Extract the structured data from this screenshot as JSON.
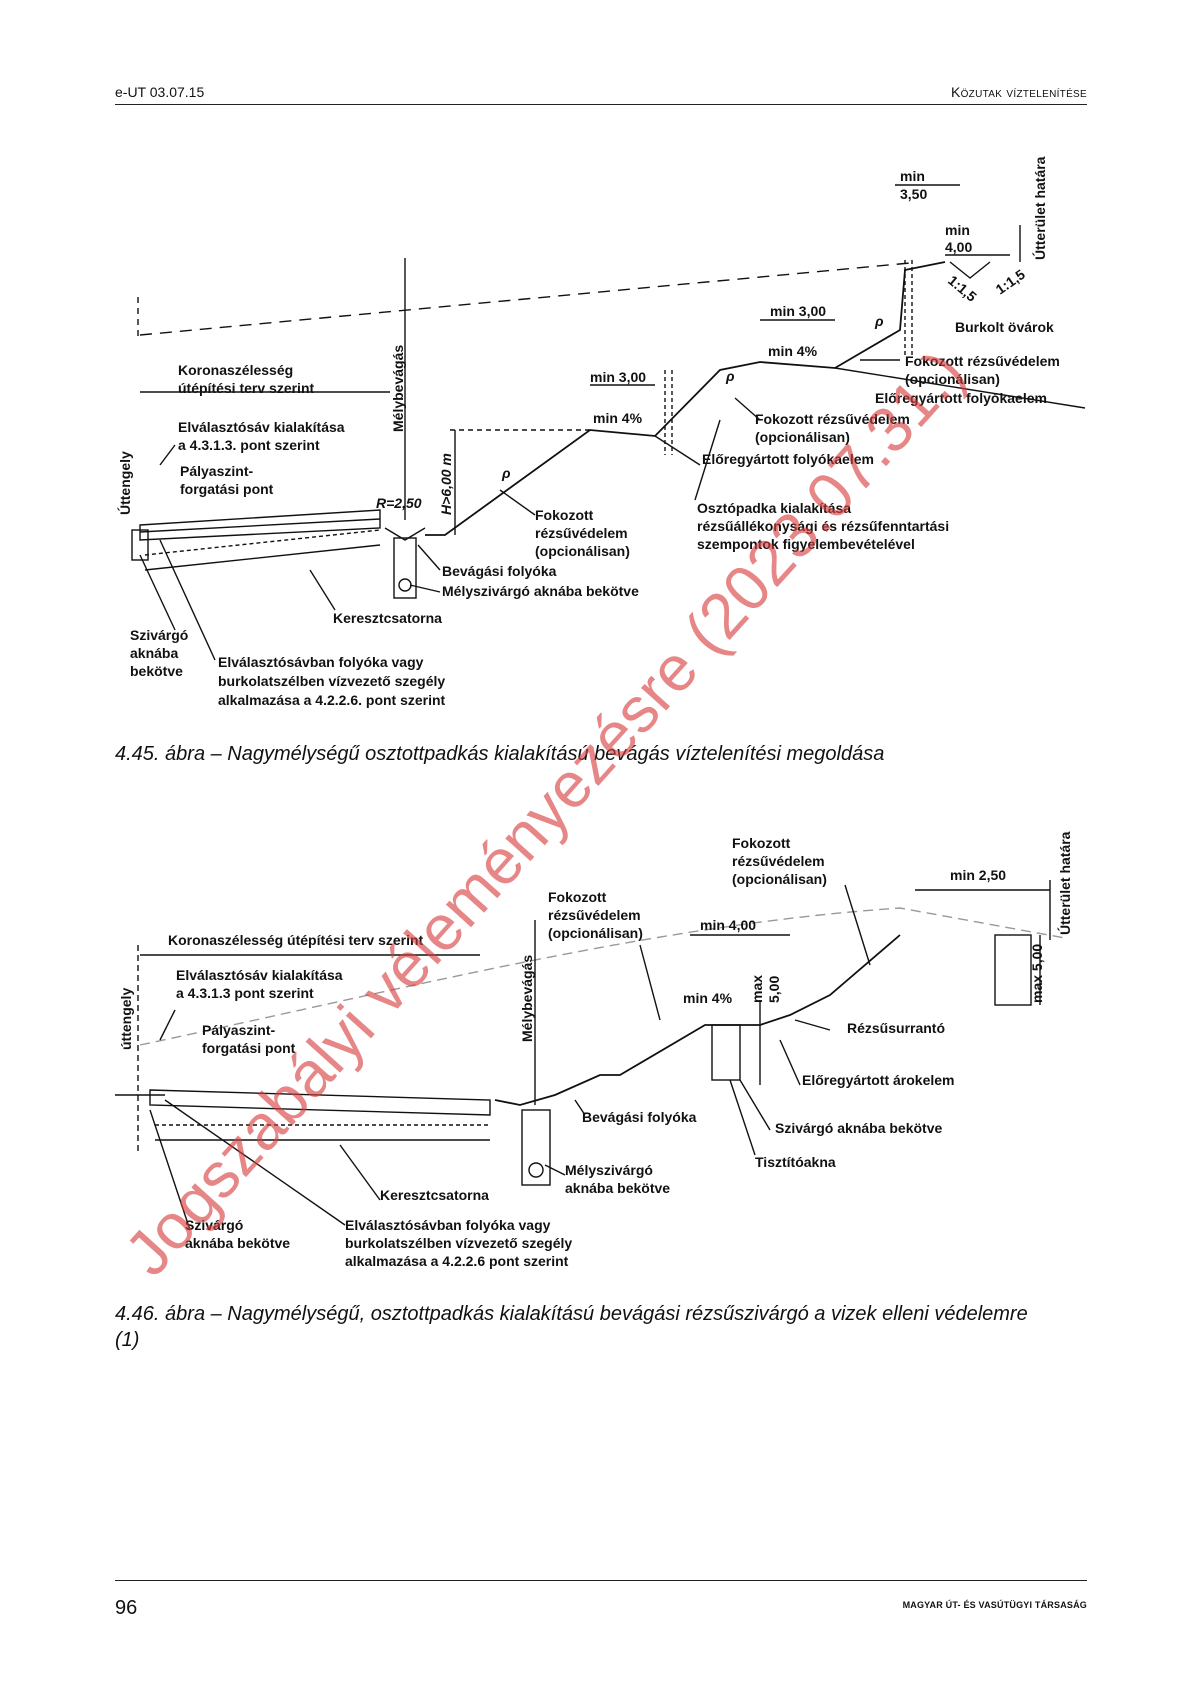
{
  "header": {
    "left": "e-UT 03.07.15",
    "right": "Közutak víztelenítése"
  },
  "fig1": {
    "l_min350a": "min",
    "l_min350b": "3,50",
    "l_min400a": "min",
    "l_min400b": "4,00",
    "l_utter": "Útterület határa",
    "l_slope1": "1:1,5",
    "l_slope2": "1:1,5",
    "l_burkolt": "Burkolt övárok",
    "l_min300_top": "min 3,00",
    "l_min4_top": "min 4%",
    "l_fok1a": "Fokozott rézsűvédelem",
    "l_fok1b": "(opcionálisan)",
    "l_elo1": "Előregyártott folyókaelem",
    "l_fok2a": "Fokozott rézsűvédelem",
    "l_fok2b": "(opcionálisan)",
    "l_elo2": "Előregyártott folyókaelem",
    "l_min300_mid": "min 3,00",
    "l_min4_mid": "min 4%",
    "l_rho1": "ρ",
    "l_rho2": "ρ",
    "l_rho3": "ρ",
    "l_korona1": "Koronaszélesség",
    "l_korona2": "útépítési terv szerint",
    "l_melybev": "Mélybevágás",
    "l_elvsav1": "Elválasztósáv kialakítása",
    "l_elvsav2": "a 4.3.1.3. pont szerint",
    "l_utt": "Úttengely",
    "l_palya1": "Pályaszint-",
    "l_palya2": "forgatási pont",
    "l_R": "R=2,50",
    "l_H": "H>6,00 m",
    "l_fok3a": "Fokozott",
    "l_fok3b": "rézsűvédelem",
    "l_fok3c": "(opcionálisan)",
    "l_oszt1": "Osztópadka kialakítása",
    "l_oszt2": "rézsűállékonysági és rézsűfenntartási",
    "l_oszt3": "szempontok figyelembevételével",
    "l_bevfoly": "Bevágási folyóka",
    "l_melysziv": "Mélyszivárgó aknába bekötve",
    "l_kereszt": "Keresztcsatorna",
    "l_sziv1": "Szivárgó",
    "l_sziv2": "aknába",
    "l_sziv3": "bekötve",
    "l_elvfoly1": "Elválasztósávban folyóka vagy",
    "l_elvfoly2": "burkolatszélben vízvezető szegély",
    "l_elvfoly3": "alkalmazása a 4.2.2.6. pont szerint"
  },
  "caption1": "4.45. ábra – Nagymélységű osztottpadkás kialakítású bevágás víztelenítési megoldása",
  "fig2": {
    "l_fokA1": "Fokozott",
    "l_fokA2": "rézsűvédelem",
    "l_fokA3": "(opcionálisan)",
    "l_min250": "min 2,50",
    "l_utter": "Útterület határa",
    "l_fokB1": "Fokozott",
    "l_fokB2": "rézsűvédelem",
    "l_fokB3": "(opcionálisan)",
    "l_min400": "min 4,00",
    "l_korona": "Koronaszélesség útépítési terv szerint",
    "l_max5": "max 5,00",
    "l_elvsav1": "Elválasztósáv kialakítása",
    "l_elvsav2": "a 4.3.1.3 pont szerint",
    "l_utt": "úttengely",
    "l_melybev": "Mélybevágás",
    "l_min4": "min 4%",
    "l_max500a": "max",
    "l_max500b": "5,00",
    "l_rezssur": "Rézsűsurrantó",
    "l_palya1": "Pályaszint-",
    "l_palya2": "forgatási pont",
    "l_eloaro": "Előregyártott árokelem",
    "l_bevfoly": "Bevágási folyóka",
    "l_szivakna": "Szivárgó aknába bekötve",
    "l_tiszt": "Tisztítóakna",
    "l_melysziv1": "Mélyszivárgó",
    "l_melysziv2": "aknába bekötve",
    "l_kereszt": "Keresztcsatorna",
    "l_sziv1": "Szivárgó",
    "l_sziv2": "aknába bekötve",
    "l_elvfoly1": "Elválasztósávban folyóka vagy",
    "l_elvfoly2": "burkolatszélben vízvezető szegély",
    "l_elvfoly3": "alkalmazása a 4.2.2.6 pont szerint"
  },
  "caption2": "4.46. ábra – Nagymélységű, osztottpadkás kialakítású bevágási rézsűszivárgó a vizek elleni védelemre (1)",
  "watermark": "Jogszabályi véleményezésre (2023.07.31.)",
  "footer": {
    "page": "96",
    "logo": "MAGYAR ÚT- ÉS VASÚTÜGYI TÁRSASÁG"
  }
}
